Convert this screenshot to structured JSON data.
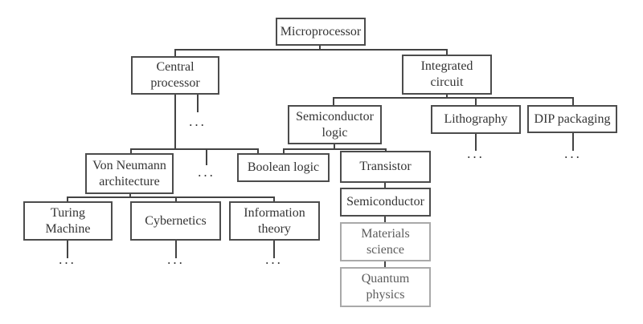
{
  "diagram": {
    "description": "Concept dependency tree rooted at Microprocessor",
    "colors": {
      "background": "#ffffff",
      "border_dark": "#4c4c4c",
      "border_light": "#a9a9a9",
      "text_dark": "#343434",
      "text_light": "#5d5d5d",
      "line_color": "#434343"
    },
    "nodes": {
      "microprocessor": "Microprocessor",
      "central_processor": "Central\nprocessor",
      "integrated_circuit": "Integrated\ncircuit",
      "semiconductor_logic": "Semiconductor\nlogic",
      "lithography": "Lithography",
      "dip_packaging": "DIP packaging",
      "von_neumann_architecture": "Von Neumann\narchitecture",
      "boolean_logic": "Boolean logic",
      "transistor": "Transistor",
      "semiconductor": "Semiconductor",
      "materials_science": "Materials\nscience",
      "quantum_physics": "Quantum\nphysics",
      "turing_machine": "Turing\nMachine",
      "cybernetics": "Cybernetics",
      "information_theory": "Information\ntheory"
    },
    "ellipsis": "..."
  }
}
